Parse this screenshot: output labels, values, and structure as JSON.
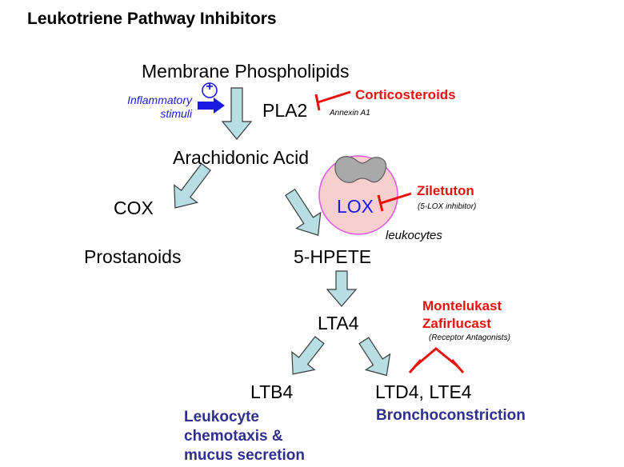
{
  "title": "Leukotriene Pathway Inhibitors",
  "nodes": {
    "membrane": "Membrane Phospholipids",
    "pla2": "PLA2",
    "arachidonic": "Arachidonic Acid",
    "cox": "COX",
    "lox": "LOX",
    "prostanoids": "Prostanoids",
    "hpete": "5-HPETE",
    "lta4": "LTA4",
    "ltb4": "LTB4",
    "ltd4": "LTD4, LTE4"
  },
  "stimulus": {
    "symbol": "+",
    "line1": "Inflammatory",
    "line2": "stimuli"
  },
  "inhibitors": {
    "corticosteroids": {
      "name": "Corticosteroids",
      "note": "Annexin A1"
    },
    "zileuton": {
      "name": "Ziletuton",
      "note": "(5-LOX inhibitor)"
    },
    "receptor": {
      "name1": "Montelukast",
      "name2": "Zafirlucast",
      "note": "(Receptor Antagonists)"
    }
  },
  "cell_label": "leukocytes",
  "effects": {
    "ltb4": [
      "Leukocyte",
      "chemotaxis &",
      "mucus secretion"
    ],
    "ltd4": "Bronchoconstriction"
  },
  "colors": {
    "inhibitor": "#e8120c",
    "stimulus": "#1a1ae0",
    "effect": "#2f2f8f",
    "arrow_fill": "#b7dfe3",
    "cell_fill": "#f7cfcf",
    "cell_border": "#e055e8",
    "nucleus": "#a9a9a9"
  }
}
